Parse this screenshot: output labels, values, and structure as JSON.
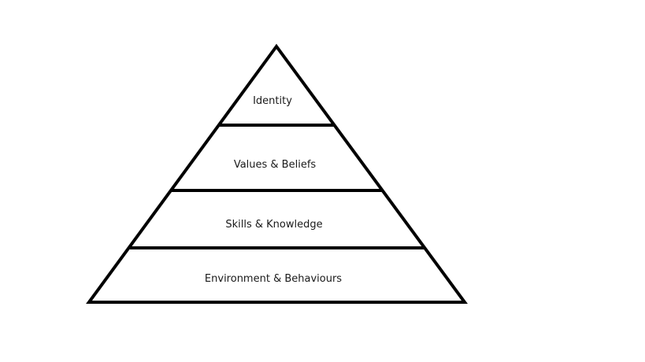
{
  "pyramid": {
    "tiers": [
      {
        "label": "Identity"
      },
      {
        "label": "Values & Beliefs"
      },
      {
        "label": "Skills & Knowledge"
      },
      {
        "label": "Environment & Behaviours"
      }
    ],
    "stroke_color": "#000000",
    "text_color": "#1a1a1a",
    "background_color": "#ffffff"
  }
}
